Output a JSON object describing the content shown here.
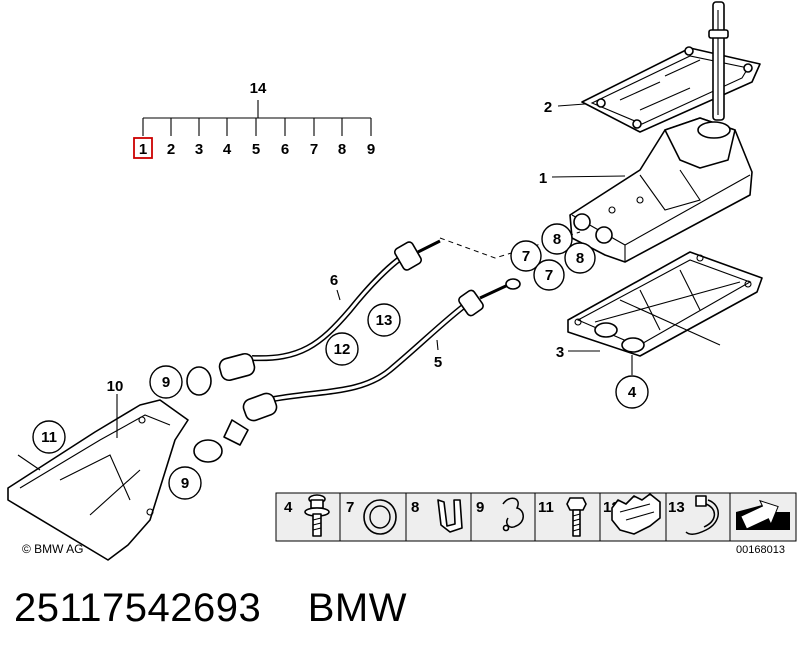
{
  "tree": {
    "top": "14",
    "items": [
      "1",
      "2",
      "3",
      "4",
      "5",
      "6",
      "7",
      "8",
      "9"
    ]
  },
  "callouts": {
    "c1": "1",
    "c2": "2",
    "c3": "3",
    "c4": "4",
    "c5": "5",
    "c6": "6",
    "c7a": "7",
    "c7b": "7",
    "c8a": "8",
    "c8b": "8",
    "c9a": "9",
    "c9b": "9",
    "c10": "10",
    "c11": "11",
    "c12": "12",
    "c13": "13"
  },
  "legend": {
    "items": [
      "4",
      "7",
      "8",
      "9",
      "11",
      "12",
      "13"
    ],
    "code": "00168013"
  },
  "copyright": "© BMW AG",
  "footer": {
    "part_number": "25117542693",
    "brand": "BMW"
  },
  "colors": {
    "highlight": "#cc0000",
    "ink": "#000000",
    "panel_bg": "#eeeeee"
  }
}
